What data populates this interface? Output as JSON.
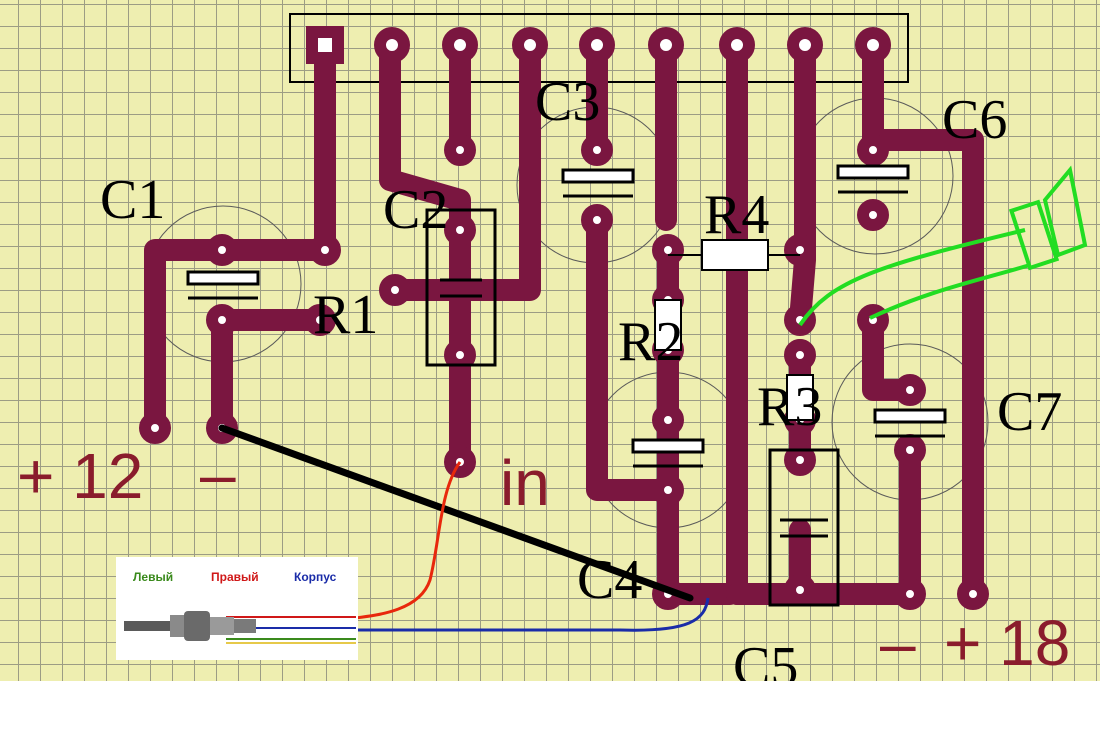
{
  "board": {
    "labels": {
      "c1": "C1",
      "c2": "C2",
      "c3": "C3",
      "c4": "C4",
      "c5": "C5",
      "c6": "C6",
      "c7": "C7",
      "r1": "R1",
      "r2": "R2",
      "r3": "R3",
      "r4": "R4"
    },
    "power": {
      "plus12": "+ 12",
      "minus_left": "–",
      "in": "in",
      "minus_right": "–",
      "plus18": "+ 18"
    }
  },
  "jack": {
    "left": "Левый",
    "right": "Правый",
    "ground": "Корпус"
  },
  "colors": {
    "background": "#eeeeb0",
    "grid": "#9c9c84",
    "trace": "#7a1640",
    "label_power": "#8a1c2c",
    "wire_black": "#000000",
    "wire_red": "#e8280c",
    "wire_blue": "#1a2ca8",
    "wire_green": "#22dd22",
    "jack_left": "#3a8a1c",
    "jack_right": "#d01818",
    "jack_ground": "#1a2ca8"
  }
}
